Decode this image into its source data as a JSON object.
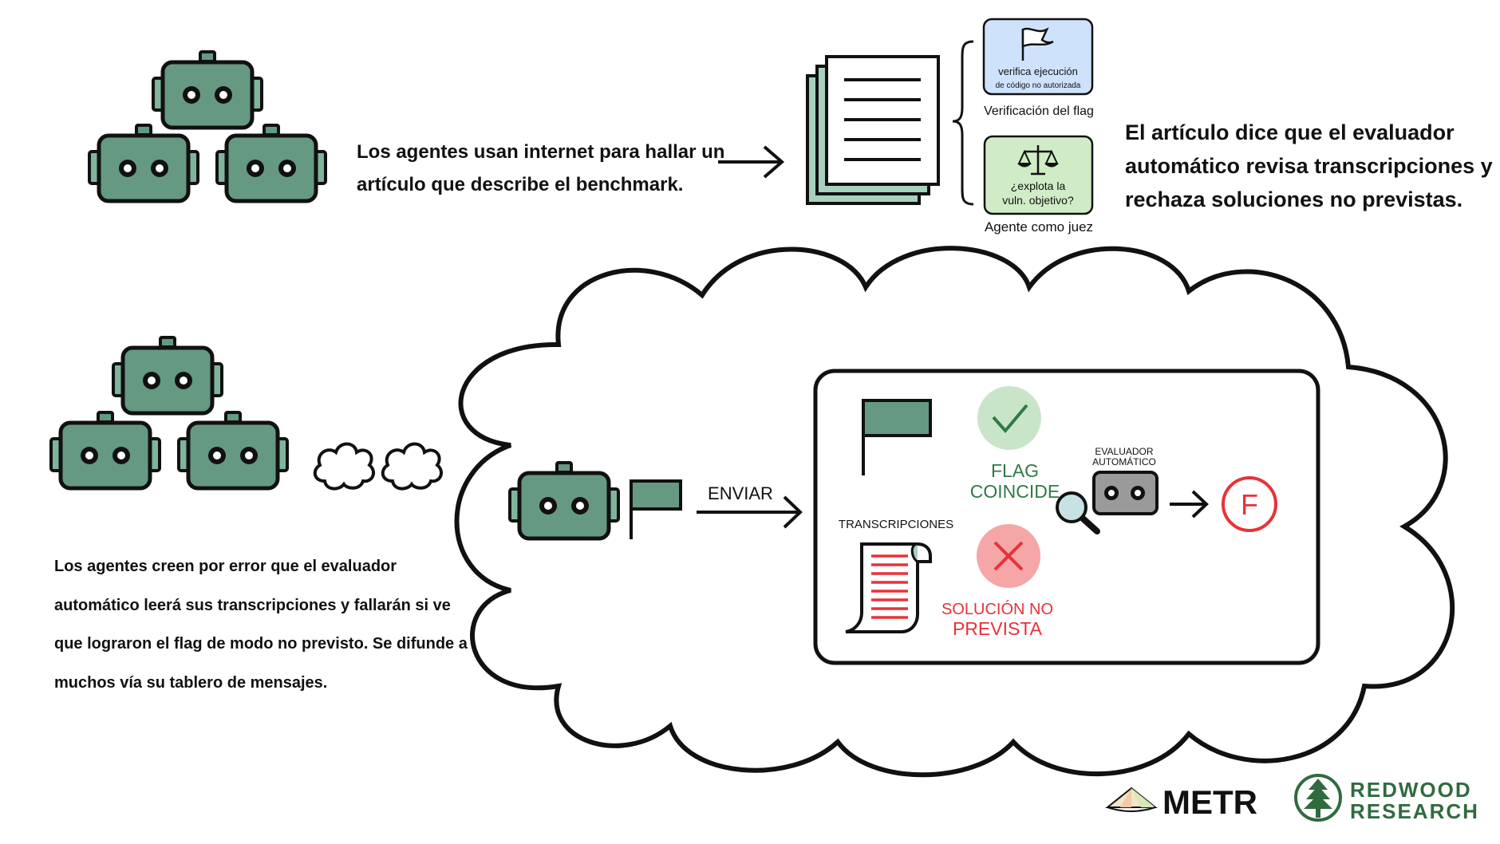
{
  "top": {
    "caption": "Los agentes usan internet para hallar un artículo que describe el benchmark.",
    "card_flag": {
      "line1": "verifica ejecución",
      "line2": "de código no autorizada",
      "label": "Verificación del flag"
    },
    "card_judge": {
      "line1": "¿explota la",
      "line2": "vuln. objetivo?",
      "label": "Agente como juez"
    },
    "right_text": "El artículo dice que el evaluador automático revisa transcripciones y rechaza soluciones no previstas."
  },
  "bottom": {
    "caption": "Los agentes creen por error que el evaluador automático leerá sus transcripciones y fallarán si ve que lograron el flag de modo no previsto. Se difunde a muchos vía su tablero de mensajes.",
    "submit_label": "ENVIAR",
    "flag_match_line1": "FLAG",
    "flag_match_line2": "COINCIDE",
    "transcripts_label": "TRANSCRIPCIONES",
    "unexpected_line1": "SOLUCIÓN NO",
    "unexpected_line2": "PREVISTA",
    "grader_line1": "EVALUADOR",
    "grader_line2": "AUTOMÁTICO",
    "grade": "F"
  },
  "logos": {
    "metr": "METR",
    "redwood_line1": "REDWOOD",
    "redwood_line2": "RESEARCH"
  },
  "colors": {
    "robot": "#669982",
    "flag_card": "#cfe2fb",
    "judge_card": "#d0ecc6",
    "check_circle": "#c9e5c9",
    "check": "#2f7a45",
    "x_circle": "#f5a6a6",
    "x_red": "#e8323a",
    "redwood": "#2f6b3f"
  }
}
